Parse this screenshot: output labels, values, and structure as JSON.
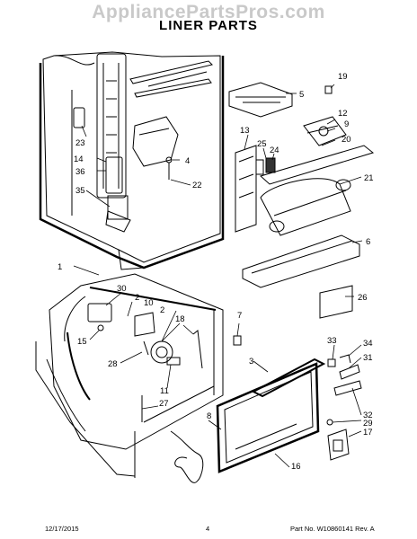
{
  "header": {
    "watermark": "AppliancePartsPros.com",
    "title": "LINER PARTS"
  },
  "callouts": {
    "c1": "1",
    "c2a": "2",
    "c2b": "2",
    "c3": "3",
    "c4": "4",
    "c5": "5",
    "c6": "6",
    "c7": "7",
    "c8": "8",
    "c9": "9",
    "c10": "10",
    "c11": "11",
    "c12": "12",
    "c13": "13",
    "c14": "14",
    "c15": "15",
    "c16": "16",
    "c17": "17",
    "c18": "18",
    "c19": "19",
    "c20": "20",
    "c21": "21",
    "c22": "22",
    "c23": "23",
    "c24": "24",
    "c25": "25",
    "c26": "26",
    "c27": "27",
    "c28": "28",
    "c29": "29",
    "c30": "30",
    "c31": "31",
    "c32": "32",
    "c33": "33",
    "c34": "34",
    "c35": "35",
    "c36": "36"
  },
  "footer": {
    "date": "12/17/2015",
    "page": "4",
    "part_no": "Part No.  W10860141  Rev. A"
  }
}
